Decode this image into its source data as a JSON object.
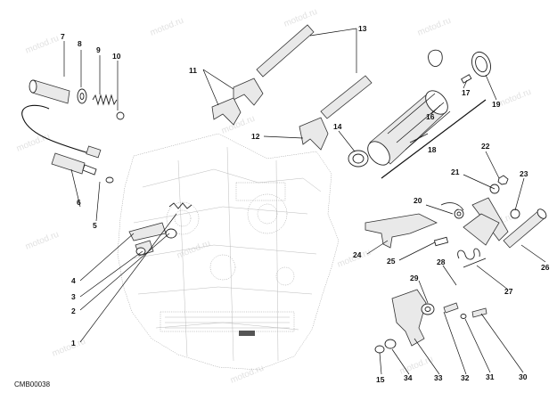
{
  "watermark": "motod.ru",
  "drawing_code": "CMB00038",
  "callouts": {
    "c1": "1",
    "c2": "2",
    "c3": "3",
    "c4": "4",
    "c5": "5",
    "c6": "6",
    "c7": "7",
    "c8": "8",
    "c9": "9",
    "c10": "10",
    "c11": "11",
    "c12": "12",
    "c13": "13",
    "c14": "14",
    "c15": "15",
    "c16": "16",
    "c17": "17",
    "c18": "18",
    "c19": "19",
    "c20": "20",
    "c21": "21",
    "c22": "22",
    "c23": "23",
    "c24": "24",
    "c25": "25",
    "c26": "26",
    "c27": "27",
    "c28": "28",
    "c29": "29",
    "c30": "30",
    "c31": "31",
    "c32": "32",
    "c33": "33",
    "c34": "34"
  }
}
